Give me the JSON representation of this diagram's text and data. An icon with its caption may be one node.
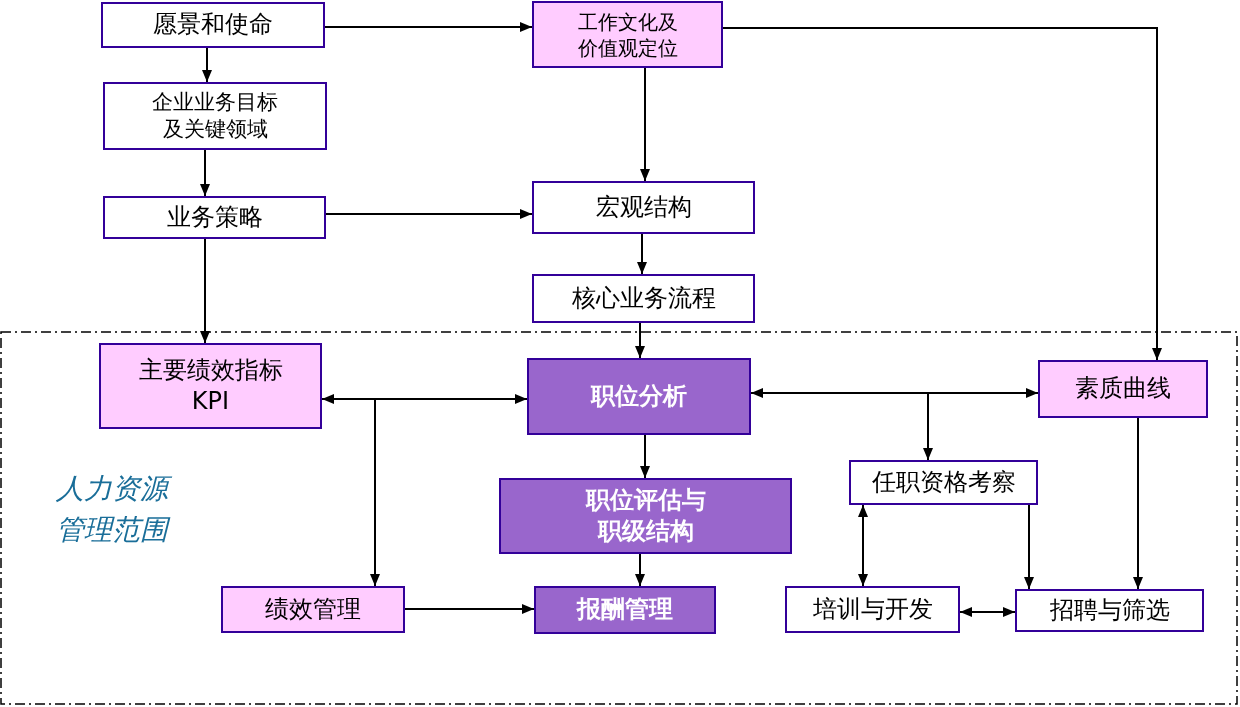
{
  "diagram": {
    "nodes": [
      {
        "text": [
          "愿景和使命"
        ]
      },
      {
        "text": [
          "工作文化及价值观定位"
        ]
      },
      {
        "text": [
          "企业业务目标及关键领域"
        ]
      },
      {
        "text": [
          "业务策略"
        ]
      },
      {
        "text": [
          "宏观结构"
        ]
      },
      {
        "text": [
          "核心业务流程"
        ]
      },
      {
        "text": [
          "人力资源管理范围"
        ]
      },
      {
        "text": [
          "主要绩效指标KPI"
        ],
        "in": 6
      },
      {
        "text": [
          "职位分析"
        ],
        "in": 6
      },
      {
        "text": [
          "素质曲线"
        ],
        "in": 6
      },
      {
        "text": [
          "任职资格考察"
        ],
        "in": 6
      },
      {
        "text": [
          "职位评估与职级结构"
        ],
        "in": 6
      },
      {
        "text": [
          "绩效管理"
        ],
        "in": 6
      },
      {
        "text": [
          "报酬管理"
        ],
        "in": 6
      },
      {
        "text": [
          "培训与开发"
        ],
        "in": 6
      },
      {
        "text": [
          "招聘与筛选"
        ],
        "in": 6
      }
    ],
    "edges": [
      {
        "from": 0,
        "to": 1,
        "arrow": "to"
      },
      {
        "from": 0,
        "to": 2,
        "arrow": "to"
      },
      {
        "from": 2,
        "to": 3,
        "arrow": "to"
      },
      {
        "from": 3,
        "to": 4,
        "arrow": "to"
      },
      {
        "from": 1,
        "to": 4,
        "arrow": "to"
      },
      {
        "from": 4,
        "to": 5,
        "arrow": "to"
      },
      {
        "from": 1,
        "to": 9,
        "arrow": "to"
      },
      {
        "from": 3,
        "to": 7,
        "arrow": "to"
      },
      {
        "from": 5,
        "to": 8,
        "arrow": "to"
      },
      {
        "from": 7,
        "to": 8,
        "arrow": "both"
      },
      {
        "from": 7,
        "to": 12,
        "arrow": "to"
      },
      {
        "from": 8,
        "to": 9,
        "arrow": "both"
      },
      {
        "from": 8,
        "to": 10,
        "arrow": "to"
      },
      {
        "from": 8,
        "to": 11,
        "arrow": "to"
      },
      {
        "from": 11,
        "to": 13,
        "arrow": "to"
      },
      {
        "from": 12,
        "to": 13,
        "arrow": "to"
      },
      {
        "from": 10,
        "to": 14,
        "arrow": "both"
      },
      {
        "from": 10,
        "to": 15,
        "arrow": "to"
      },
      {
        "from": 9,
        "to": 15,
        "arrow": "to"
      },
      {
        "from": 14,
        "to": 15,
        "arrow": "both"
      }
    ]
  }
}
